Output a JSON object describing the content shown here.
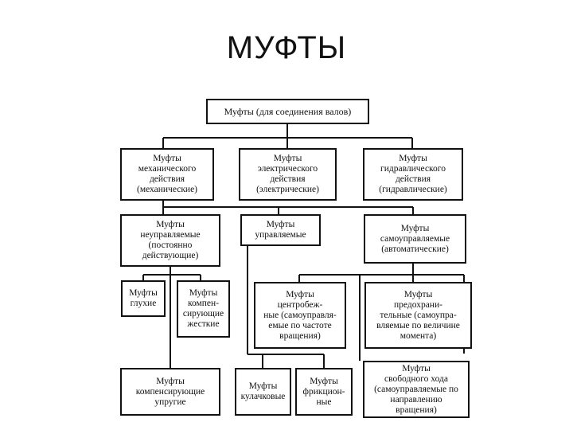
{
  "title": "МУФТЫ",
  "nodes": {
    "root": [
      "Муфты (для соединения валов)"
    ],
    "mechanical": [
      "Муфты",
      "механического",
      "действия",
      "(механические)"
    ],
    "electrical": [
      "Муфты",
      "электрического",
      "действия",
      "(электрические)"
    ],
    "hydraulic": [
      "Муфты",
      "гидравлического",
      "действия",
      "(гидравлические)"
    ],
    "uncontrolled": [
      "Муфты",
      "неуправляемые",
      "(постоянно",
      "действующие)"
    ],
    "controlled": [
      "Муфты",
      "управляемые"
    ],
    "selfcontrolled": [
      "Муфты",
      "самоуправляемые",
      "(автоматические)"
    ],
    "rigid": [
      "Муфты",
      "глухие"
    ],
    "comp_rigid": [
      "Муфты",
      "компен-",
      "сирующие",
      "жесткие"
    ],
    "centrifugal": [
      "Муфты",
      "центробеж-",
      "ные (самоуправля-",
      "емые по частоте",
      "вращения)"
    ],
    "safety": [
      "Муфты",
      "предохрани-",
      "тельные (самоупра-",
      "вляемые по величине",
      "момента)"
    ],
    "comp_elastic": [
      "Муфты",
      "компенсирующие",
      "упругие"
    ],
    "cam": [
      "Муфты",
      "кулачковые"
    ],
    "friction": [
      "Муфты",
      "фрикцион-",
      "ные"
    ],
    "freewheel": [
      "Муфты",
      "свободного хода",
      "(самоуправляемые по",
      "направлению",
      "вращения)"
    ]
  }
}
